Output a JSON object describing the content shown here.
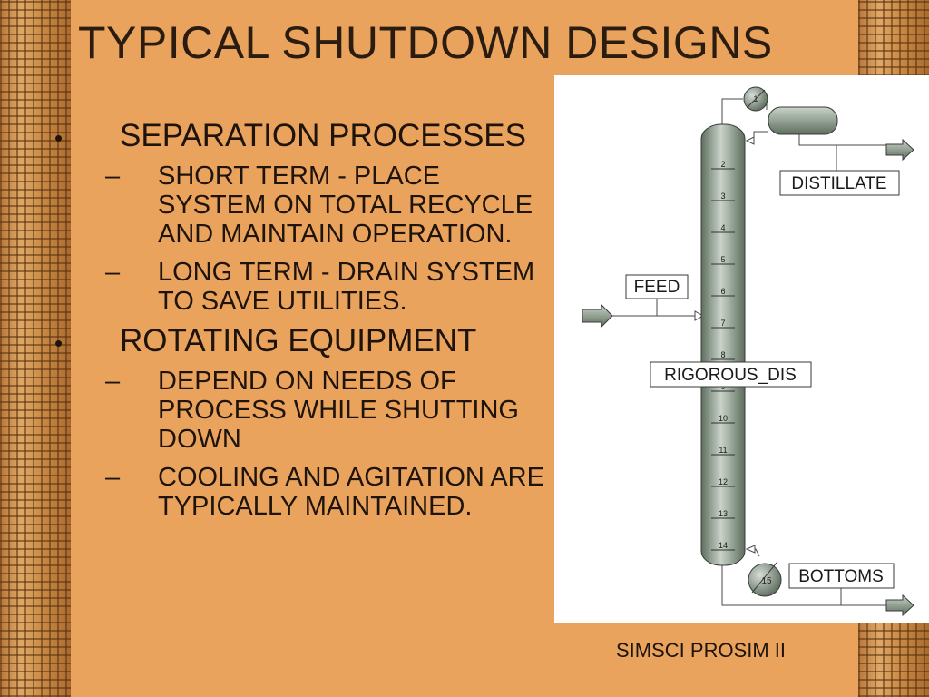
{
  "slide": {
    "title": "TYPICAL SHUTDOWN DESIGNS",
    "bullet_symbol": "•",
    "dash_symbol": "–",
    "bullets": [
      {
        "text": "SEPARATION PROCESSES",
        "subs": [
          "SHORT TERM - PLACE SYSTEM ON TOTAL RECYCLE AND MAINTAIN OPERATION.",
          "LONG TERM - DRAIN SYSTEM TO SAVE UTILITIES."
        ]
      },
      {
        "text": "ROTATING EQUIPMENT",
        "subs": [
          "DEPEND ON NEEDS OF PROCESS WHILE SHUTTING DOWN",
          "COOLING AND AGITATION ARE TYPICALLY MAINTAINED."
        ]
      }
    ],
    "caption": "SIMSCI PROSIM II"
  },
  "diagram": {
    "labels": {
      "distillate": "DISTILLATE",
      "feed": "FEED",
      "column": "RIGOROUS_DIS",
      "bottoms": "BOTTOMS"
    },
    "condenser_number": "1",
    "reboiler_number": "15",
    "trays": [
      "2",
      "3",
      "4",
      "5",
      "6",
      "7",
      "8",
      "9",
      "10",
      "11",
      "12",
      "13",
      "14"
    ],
    "colors": {
      "equipment": "#7f9080",
      "outline": "#3a3a3a"
    }
  }
}
